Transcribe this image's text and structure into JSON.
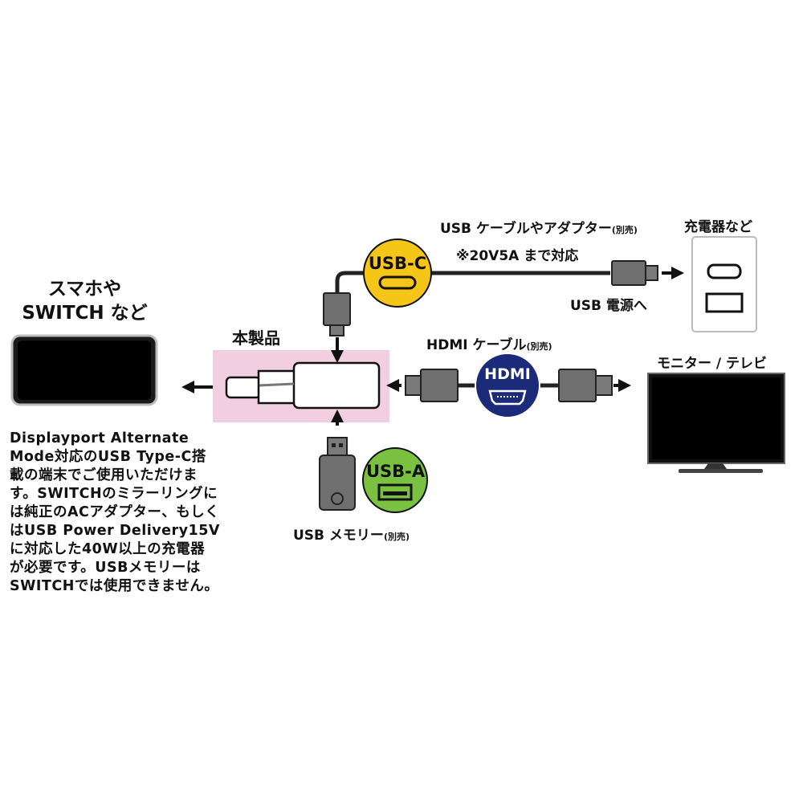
{
  "device": {
    "line1": "スマホや",
    "line2": "SWITCH など"
  },
  "product": {
    "label": "本製品"
  },
  "usb_cable": {
    "label": "USB ケーブルやアダプター",
    "suffix": "(別売)",
    "note": "※20V5A まで対応"
  },
  "charger": {
    "label": "充電器など"
  },
  "usb_power": {
    "label": "USB 電源へ"
  },
  "hdmi_cable": {
    "label": "HDMI ケーブル",
    "suffix": "(別売)"
  },
  "monitor": {
    "label": "モニター / テレビ"
  },
  "usb_memory": {
    "label": "USB メモリー",
    "suffix": "(別売)"
  },
  "badges": {
    "usb_c": "USB-C",
    "hdmi": "HDMI",
    "usb_a": "USB-A"
  },
  "note": "Displayport Alternate\nMode対応のUSB Type-C搭\n載の端末でご使用いただけま\nす。SWITCHのミラーリングに\nは純正のACアダプター、もしく\nはUSB Power Delivery15V\nに対応した40W以上の充電器\nが必要です。USBメモリーは\nSWITCHでは使用できません。",
  "colors": {
    "usb_c_badge": "#f5c518",
    "hdmi_badge": "#1c2a7a",
    "usb_a_badge": "#7ac142",
    "product_bg": "#f2cfe0",
    "plug_gray": "#6f6f6f"
  }
}
